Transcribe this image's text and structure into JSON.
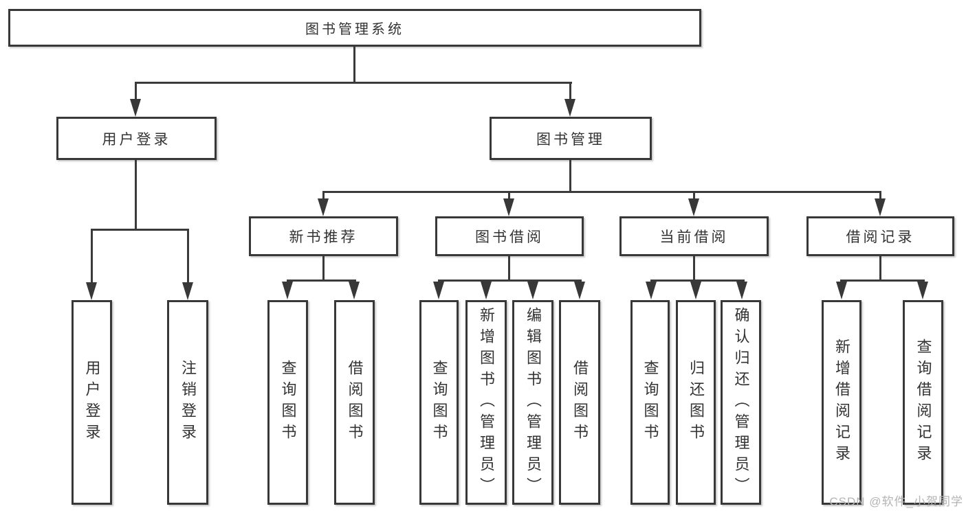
{
  "diagram": {
    "root": {
      "id": "library-management-system",
      "label": "图书管理系统"
    },
    "level2": [
      {
        "id": "user-login",
        "label": "用户登录",
        "parent": "图书管理系统"
      },
      {
        "id": "book-management",
        "label": "图书管理",
        "parent": "图书管理系统"
      }
    ],
    "level3": [
      {
        "id": "new-book-recommend",
        "label": "新书推荐",
        "parent": "图书管理"
      },
      {
        "id": "book-borrow",
        "label": "图书借阅",
        "parent": "图书管理"
      },
      {
        "id": "current-borrow",
        "label": "当前借阅",
        "parent": "图书管理"
      },
      {
        "id": "borrow-records",
        "label": "借阅记录",
        "parent": "图书管理"
      }
    ],
    "leaves": [
      {
        "id": "leaf-user-login",
        "label": "用户登录",
        "parent": "用户登录"
      },
      {
        "id": "leaf-logout",
        "label": "注销登录",
        "parent": "用户登录"
      },
      {
        "id": "leaf-nb-query-books",
        "label": "查询图书",
        "parent": "新书推荐"
      },
      {
        "id": "leaf-nb-borrow-books",
        "label": "借阅图书",
        "parent": "新书推荐"
      },
      {
        "id": "leaf-bb-query-books",
        "label": "查询图书",
        "parent": "图书借阅"
      },
      {
        "id": "leaf-bb-add-book-admin",
        "label": "新增图书（管理员）",
        "parent": "图书借阅"
      },
      {
        "id": "leaf-bb-edit-book-admin",
        "label": "编辑图书（管理员）",
        "parent": "图书借阅"
      },
      {
        "id": "leaf-bb-borrow-books",
        "label": "借阅图书",
        "parent": "图书借阅"
      },
      {
        "id": "leaf-cb-query-books",
        "label": "查询图书",
        "parent": "当前借阅"
      },
      {
        "id": "leaf-cb-return-books",
        "label": "归还图书",
        "parent": "当前借阅"
      },
      {
        "id": "leaf-cb-confirm-return-admin",
        "label": "确认归还（管理员）",
        "parent": "当前借阅"
      },
      {
        "id": "leaf-br-add-record",
        "label": "新增借阅记录",
        "parent": "借阅记录"
      },
      {
        "id": "leaf-br-query-record",
        "label": "查询借阅记录",
        "parent": "借阅记录"
      }
    ]
  },
  "watermark": {
    "text": "CSDN @软件_小贺同学"
  },
  "colors": {
    "line": "#3a3a3a",
    "box_border": "#383838",
    "box_fill": "#ffffff",
    "text": "#333333",
    "watermark_text": "#b4b4b4",
    "background": "#ffffff"
  }
}
